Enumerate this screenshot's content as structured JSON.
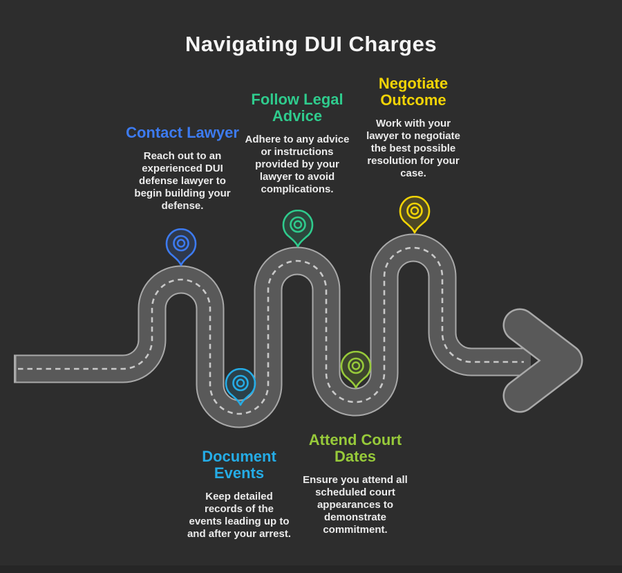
{
  "title": "Navigating DUI Charges",
  "colors": {
    "background": "#2d2d2d",
    "title_color": "#f5f5f5",
    "body_text": "#ebebeb",
    "road_fill": "#595959",
    "road_edge": "#a9a9a9",
    "road_dash": "#c9c9c9"
  },
  "steps": [
    {
      "id": "contact-lawyer",
      "heading": "Contact Lawyer",
      "body": "Reach out to an\nexperienced DUI\ndefense lawyer to\nbegin building your\ndefense.",
      "color": "#3d7bf1"
    },
    {
      "id": "document-events",
      "heading": "Document\nEvents",
      "body": "Keep detailed\nrecords of the\nevents leading up to\nand after your arrest.",
      "color": "#25ace6"
    },
    {
      "id": "follow-legal-advice",
      "heading": "Follow Legal\nAdvice",
      "body": "Adhere to any advice\nor instructions\nprovided by your\nlawyer to avoid\ncomplications.",
      "color": "#2fcb8d"
    },
    {
      "id": "attend-court-dates",
      "heading": "Attend Court\nDates",
      "body": "Ensure you attend all\nscheduled court\nappearances to\ndemonstrate\ncommitment.",
      "color": "#97ca3a"
    },
    {
      "id": "negotiate-outcome",
      "heading": "Negotiate\nOutcome",
      "body": "Work with your\nlawyer to negotiate\nthe best possible\nresolution for your\ncase.",
      "color": "#f2d406"
    }
  ]
}
